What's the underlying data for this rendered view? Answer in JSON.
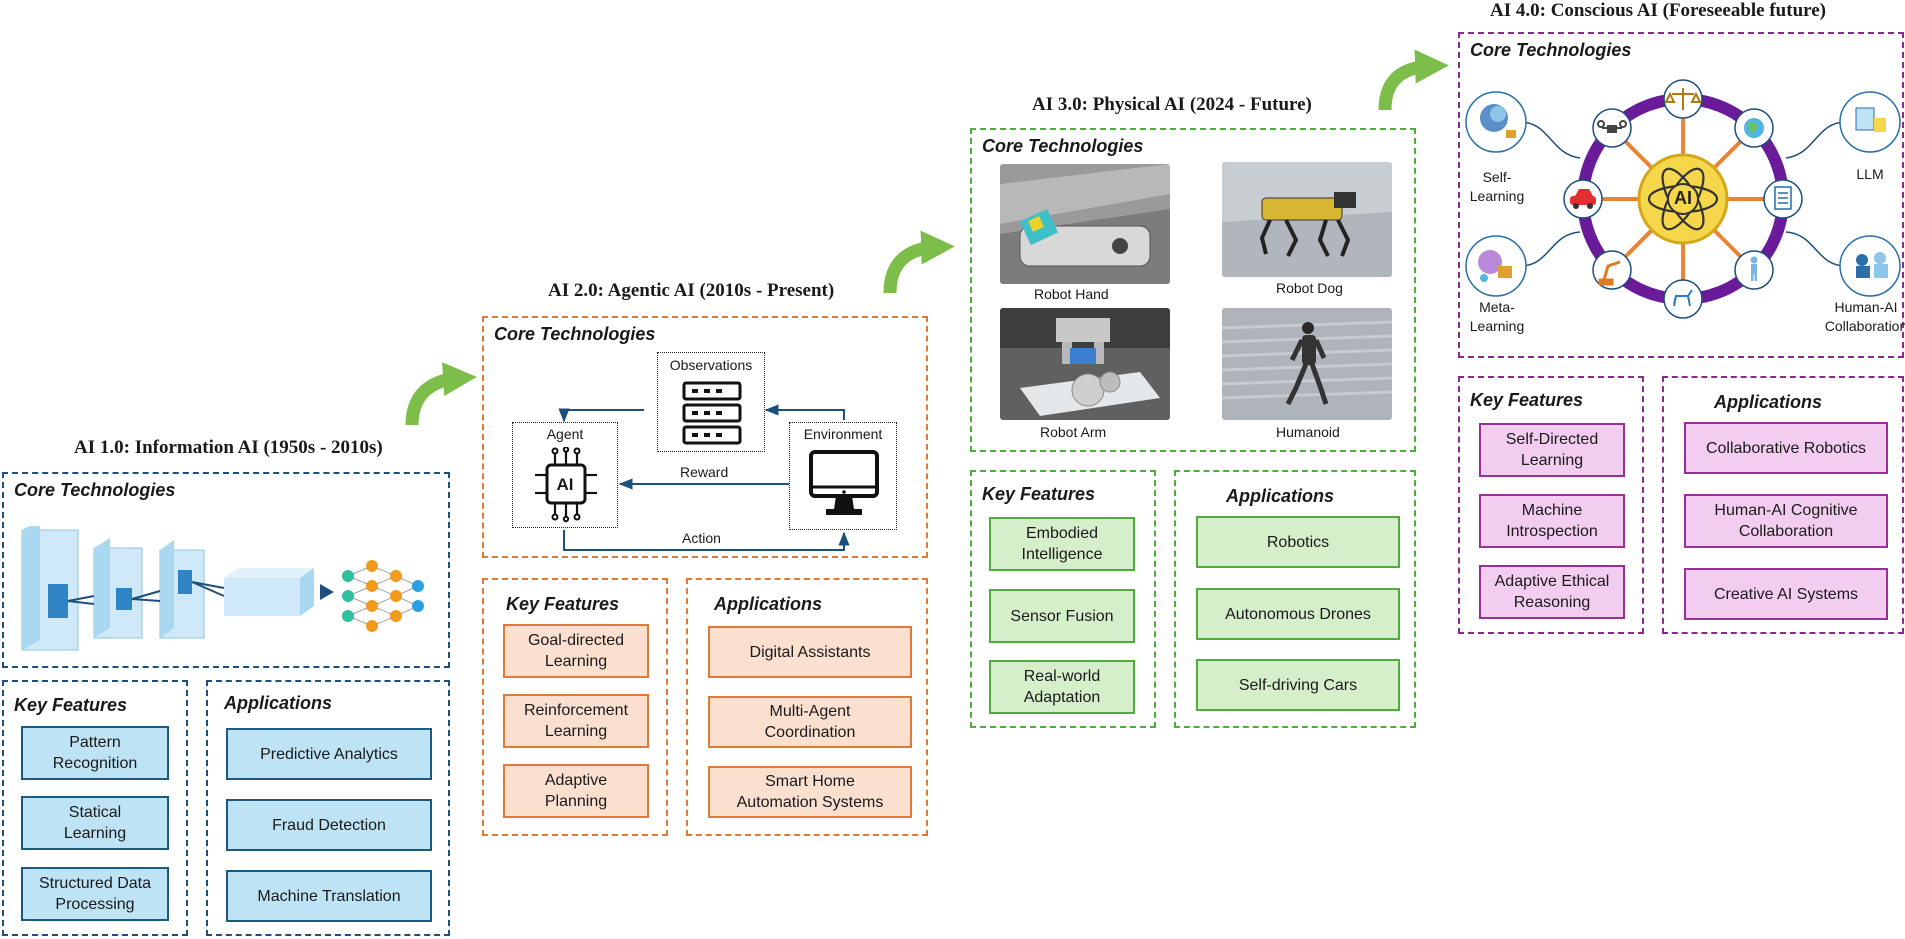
{
  "colors": {
    "blue": "#1d4f7c",
    "orange": "#e07a36",
    "green": "#4caf3a",
    "purple": "#8a2a8c",
    "arrow": "#7dbd4a"
  },
  "era1": {
    "title": "AI 1.0: Information AI (1950s - 2010s)",
    "core_title": "Core Technologies",
    "key_title": "Key Features",
    "apps_title": "Applications",
    "features": [
      "Pattern\nRecognition",
      "Statical\nLearning",
      "Structured Data\nProcessing"
    ],
    "applications": [
      "Predictive Analytics",
      "Fraud Detection",
      "Machine Translation"
    ]
  },
  "era2": {
    "title": "AI 2.0: Agentic AI (2010s - Present)",
    "core_title": "Core Technologies",
    "key_title": "Key Features",
    "apps_title": "Applications",
    "diagram": {
      "observations": "Observations",
      "agent": "Agent",
      "environment": "Environment",
      "reward": "Reward",
      "action": "Action",
      "ai_chip": "AI"
    },
    "features": [
      "Goal-directed\nLearning",
      "Reinforcement\nLearning",
      "Adaptive\nPlanning"
    ],
    "applications": [
      "Digital Assistants",
      "Multi-Agent\nCoordination",
      "Smart Home\nAutomation Systems"
    ]
  },
  "era3": {
    "title": "AI 3.0: Physical AI (2024 - Future)",
    "core_title": "Core Technologies",
    "key_title": "Key Features",
    "apps_title": "Applications",
    "robots": [
      "Robot Hand",
      "Robot Dog",
      "Robot Arm",
      "Humanoid"
    ],
    "features": [
      "Embodied\nIntelligence",
      "Sensor Fusion",
      "Real-world\nAdaptation"
    ],
    "applications": [
      "Robotics",
      "Autonomous Drones",
      "Self-driving Cars"
    ]
  },
  "era4": {
    "title": "AI 4.0: Conscious AI (Foreseeable future)",
    "core_title": "Core Technologies",
    "key_title": "Key Features",
    "apps_title": "Applications",
    "hub_label": "AI",
    "techs": [
      "Self-\nLearning",
      "Meta-\nLearning",
      "LLM",
      "Human-AI\nCollaboration"
    ],
    "features": [
      "Self-Directed\nLearning",
      "Machine\nIntrospection",
      "Adaptive Ethical\nReasoning"
    ],
    "applications": [
      "Collaborative Robotics",
      "Human-AI Cognitive\nCollaboration",
      "Creative AI Systems"
    ]
  }
}
